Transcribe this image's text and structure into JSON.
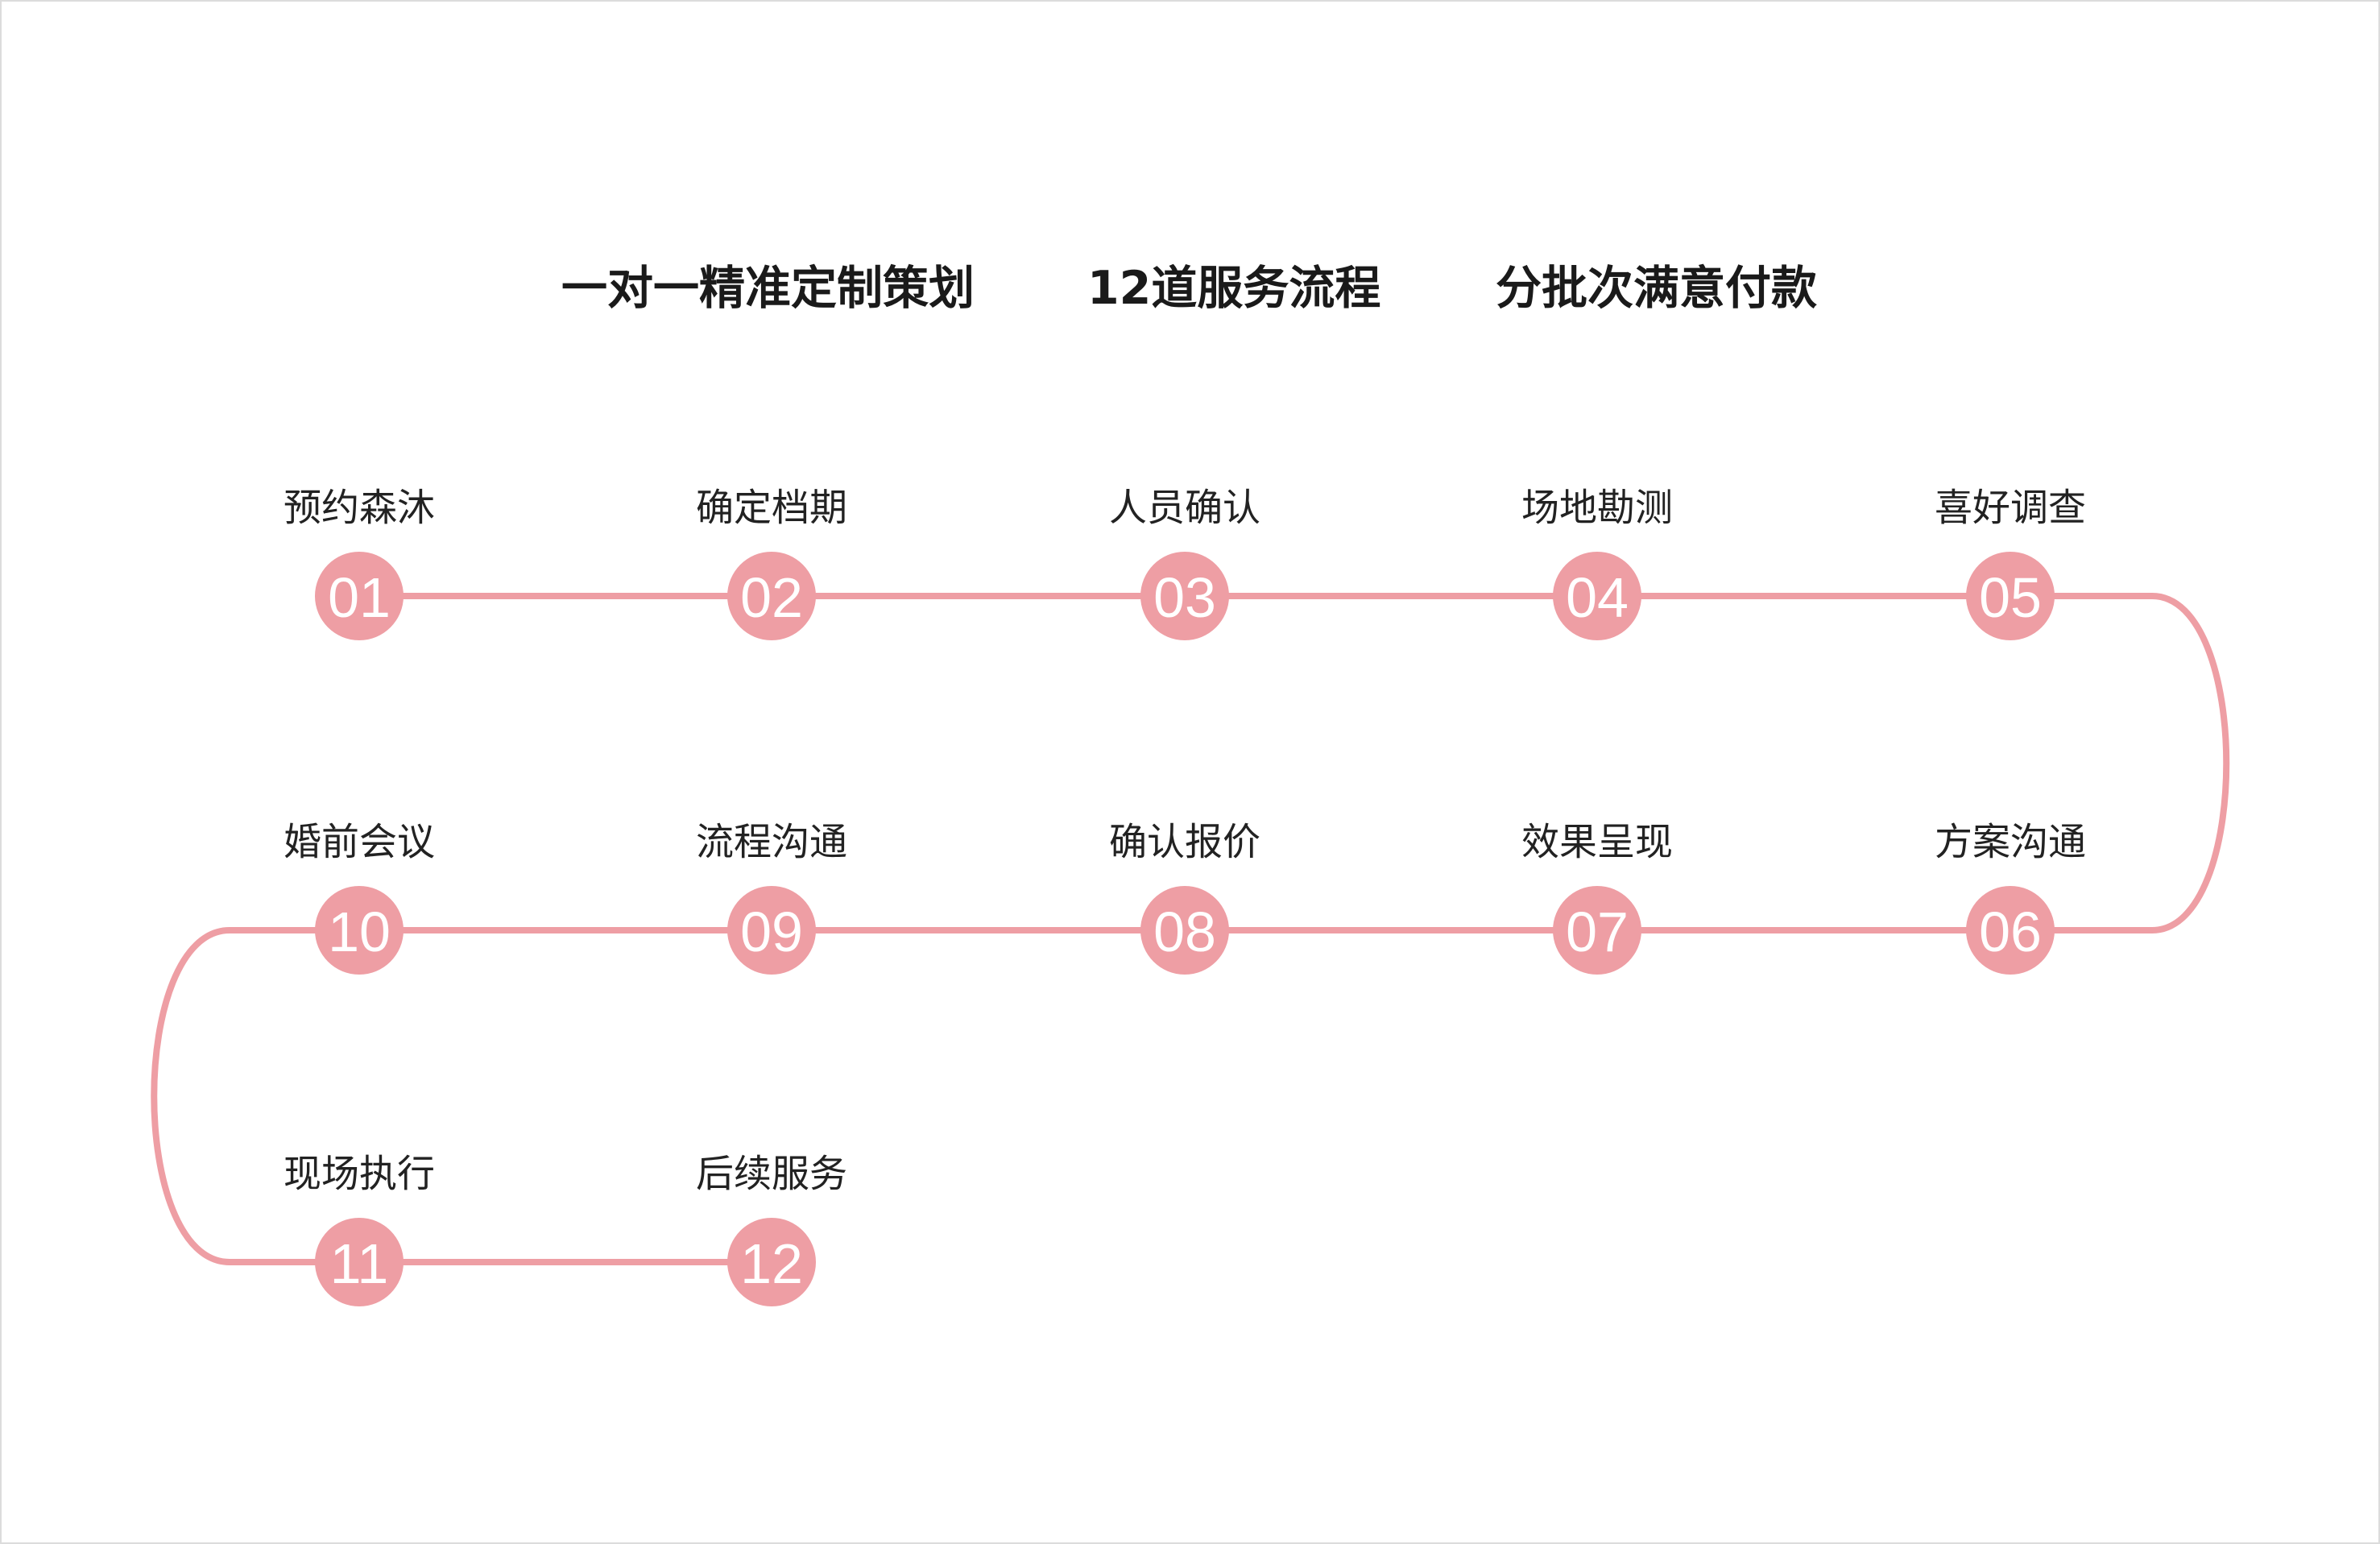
{
  "headlines": [
    "一对一精准定制策划",
    "12道服务流程",
    "分批次满意付款"
  ],
  "steps": [
    {
      "num": "01",
      "label": "预约森沐"
    },
    {
      "num": "02",
      "label": "确定档期"
    },
    {
      "num": "03",
      "label": "人员确认"
    },
    {
      "num": "04",
      "label": "场地勘测"
    },
    {
      "num": "05",
      "label": "喜好调查"
    },
    {
      "num": "06",
      "label": "方案沟通"
    },
    {
      "num": "07",
      "label": "效果呈现"
    },
    {
      "num": "08",
      "label": "确认报价"
    },
    {
      "num": "09",
      "label": "流程沟通"
    },
    {
      "num": "10",
      "label": "婚前会议"
    },
    {
      "num": "11",
      "label": "现场执行"
    },
    {
      "num": "12",
      "label": "后续服务"
    }
  ],
  "colors": {
    "accent": "#ee9ea4",
    "text": "#222222",
    "headline": "#1a1a1a"
  }
}
